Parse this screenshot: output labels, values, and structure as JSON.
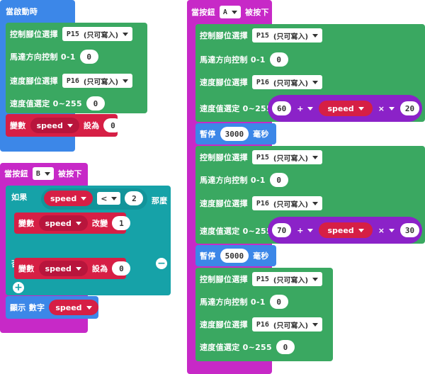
{
  "on_start": {
    "title": "當啟動時",
    "pin_select_label": "控制腳位選擇",
    "pin1": {
      "code": "P15",
      "mode": "(只可寫入)"
    },
    "dir_label": "馬達方向控制 0-1",
    "dir_value": "0",
    "speed_pin_label": "速度腳位選擇",
    "pin2": {
      "code": "P16",
      "mode": "(只可寫入)"
    },
    "speed_value_label": "速度值選定 0~255",
    "speed_value": "0",
    "set_var": {
      "label": "變數",
      "var": "speed",
      "to": "設為",
      "value": "0"
    }
  },
  "on_button_b": {
    "prefix": "當按鈕",
    "key": "B",
    "suffix": "被按下",
    "if_label": "如果",
    "cond_var": "speed",
    "cond_op": "<",
    "cond_value": "2",
    "then_label": "那麼",
    "change": {
      "label": "變數",
      "var": "speed",
      "verb": "改變",
      "value": "1"
    },
    "else_label": "否則",
    "set": {
      "label": "變數",
      "var": "speed",
      "verb": "設為",
      "value": "0"
    },
    "show": {
      "label": "顯示 數字",
      "var": "speed"
    }
  },
  "on_button_a": {
    "prefix": "當按鈕",
    "key": "A",
    "suffix": "被按下",
    "pin_select_label": "控制腳位選擇",
    "pin1": {
      "code": "P15",
      "mode": "(只可寫入)"
    },
    "dir_label": "馬達方向控制 0-1",
    "dir_value": "0",
    "speed_pin_label": "速度腳位選擇",
    "pin2": {
      "code": "P16",
      "mode": "(只可寫入)"
    },
    "speed_value_label": "速度值選定 0~255",
    "expr1": {
      "left": "60",
      "op1": "+",
      "var": "speed",
      "op2": "×",
      "right": "20"
    },
    "pause1": {
      "label": "暫停",
      "value": "3000",
      "unit": "毫秒"
    },
    "expr2": {
      "left": "70",
      "op1": "+",
      "var": "speed",
      "op2": "×",
      "right": "30"
    },
    "pause2": {
      "label": "暫停",
      "value": "5000",
      "unit": "毫秒"
    },
    "final_speed_value": "0"
  },
  "colors": {
    "basic": "#3c87e8",
    "input": "#c729c7",
    "motor": "#3aa861",
    "variable": "#d61f45",
    "logic": "#16a2a8",
    "math": "#8b22c8"
  }
}
